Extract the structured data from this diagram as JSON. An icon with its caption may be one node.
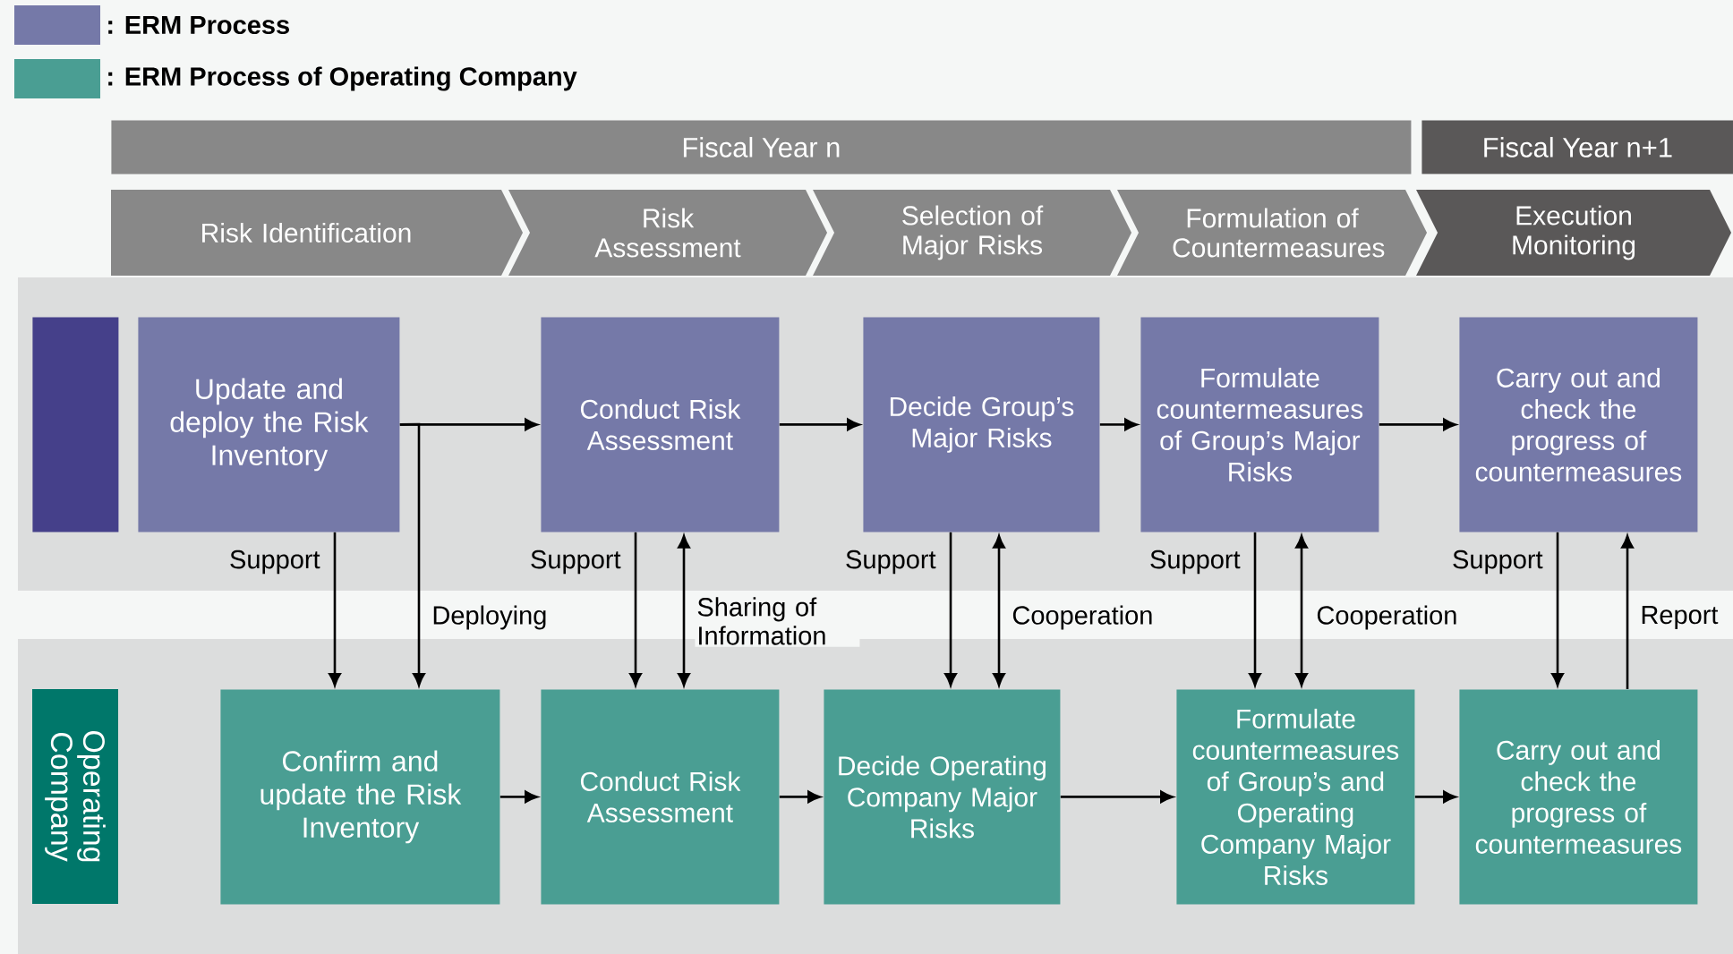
{
  "diagram": {
    "nodes": [
      {
        "text": [
          "Fiscal Year n"
        ]
      },
      {
        "text": [
          "Fiscal Year n+1"
        ]
      },
      {
        "text": [
          "Risk Identification"
        ]
      },
      {
        "text": [
          "Risk Assessment"
        ]
      },
      {
        "text": [
          "Selection of Major Risks"
        ]
      },
      {
        "text": [
          "Formulation of Countermeasures"
        ]
      },
      {
        "text": [
          "Execution Monitoring"
        ]
      },
      {
        "text": [],
        "shape": "box"
      },
      {
        "text": [
          "Update and deploy the Risk Inventory"
        ]
      },
      {
        "text": [
          "Conduct Risk Assessment"
        ]
      },
      {
        "text": [
          "Decide Group’s Major Risks"
        ]
      },
      {
        "text": [
          "Formulate countermeasures of Group’s Major Risks"
        ]
      },
      {
        "text": [
          "Carry out and check the progress of countermeasures"
        ]
      },
      {
        "text": [
          "Operating Company"
        ]
      },
      {
        "text": [
          "Confirm and update the Risk Inventory"
        ]
      },
      {
        "text": [
          "Conduct Risk Assessment"
        ]
      },
      {
        "text": [
          "Decide Operating Company Major Risks"
        ]
      },
      {
        "text": [
          "Formulate countermeasures of Group’s and Operating Company Major Risks"
        ]
      },
      {
        "text": [
          "Carry out and check the progress of countermeasures"
        ]
      }
    ],
    "edges": [
      {
        "from": 8,
        "to": 9,
        "arrow": "to"
      },
      {
        "from": 9,
        "to": 10,
        "arrow": "to"
      },
      {
        "from": 10,
        "to": 11,
        "arrow": "to"
      },
      {
        "from": 11,
        "to": 12,
        "arrow": "to"
      },
      {
        "from": 14,
        "to": 15,
        "arrow": "to"
      },
      {
        "from": 15,
        "to": 16,
        "arrow": "to"
      },
      {
        "from": 16,
        "to": 17,
        "arrow": "to"
      },
      {
        "from": 17,
        "to": 18,
        "arrow": "to"
      },
      {
        "from": 8,
        "to": 14,
        "arrow": "to",
        "label": "Support"
      },
      {
        "from": 8,
        "to": 14,
        "arrow": "to",
        "label": "Deploying"
      },
      {
        "from": 9,
        "to": 15,
        "arrow": "to",
        "label": "Support"
      },
      {
        "from": 9,
        "to": 15,
        "arrow": "both",
        "label": "Sharing of Information"
      },
      {
        "from": 10,
        "to": 16,
        "arrow": "to",
        "label": "Support"
      },
      {
        "from": 10,
        "to": 16,
        "arrow": "both",
        "label": "Cooperation"
      },
      {
        "from": 11,
        "to": 17,
        "arrow": "to",
        "label": "Support"
      },
      {
        "from": 11,
        "to": 17,
        "arrow": "both",
        "label": "Cooperation"
      },
      {
        "from": 12,
        "to": 18,
        "arrow": "to",
        "label": "Support"
      },
      {
        "from": 18,
        "to": 12,
        "arrow": "to",
        "label": "Report"
      }
    ],
    "legend": [
      {
        "text": ": ERM Process",
        "color": "#7579a8"
      },
      {
        "text": ": ERM Process of Operating Company",
        "color": "#4a9e93"
      }
    ]
  }
}
